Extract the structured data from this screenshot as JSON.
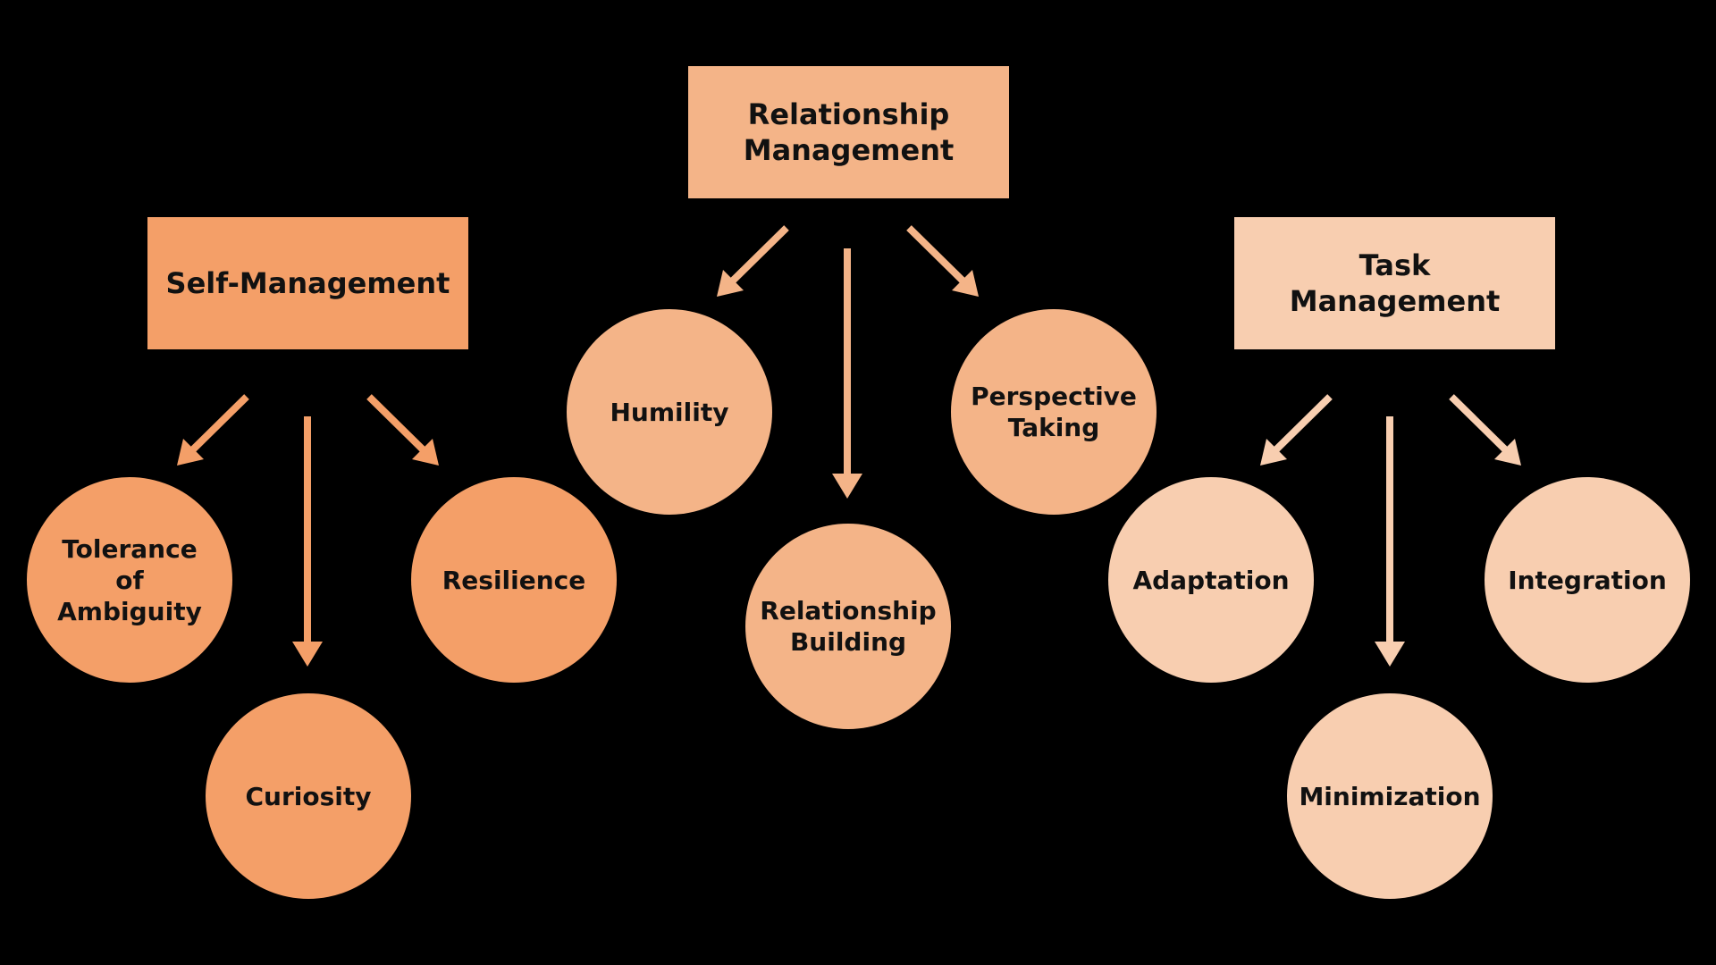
{
  "colors": {
    "background": "#000000",
    "self_management": "#f49f68",
    "relationship_management": "#f4b488",
    "task_management": "#f8ceb0",
    "text": "#111111"
  },
  "groups": [
    {
      "key": "self",
      "color_key": "self_management",
      "heading": "Self-Management",
      "items": [
        "Tolerance\nof\nAmbiguity",
        "Curiosity",
        "Resilience"
      ]
    },
    {
      "key": "relationship",
      "color_key": "relationship_management",
      "heading": "Relationship\nManagement",
      "items": [
        "Humility",
        "Relationship\nBuilding",
        "Perspective\nTaking"
      ]
    },
    {
      "key": "task",
      "color_key": "task_management",
      "heading": "Task\nManagement",
      "items": [
        "Adaptation",
        "Minimization",
        "Integration"
      ]
    }
  ]
}
